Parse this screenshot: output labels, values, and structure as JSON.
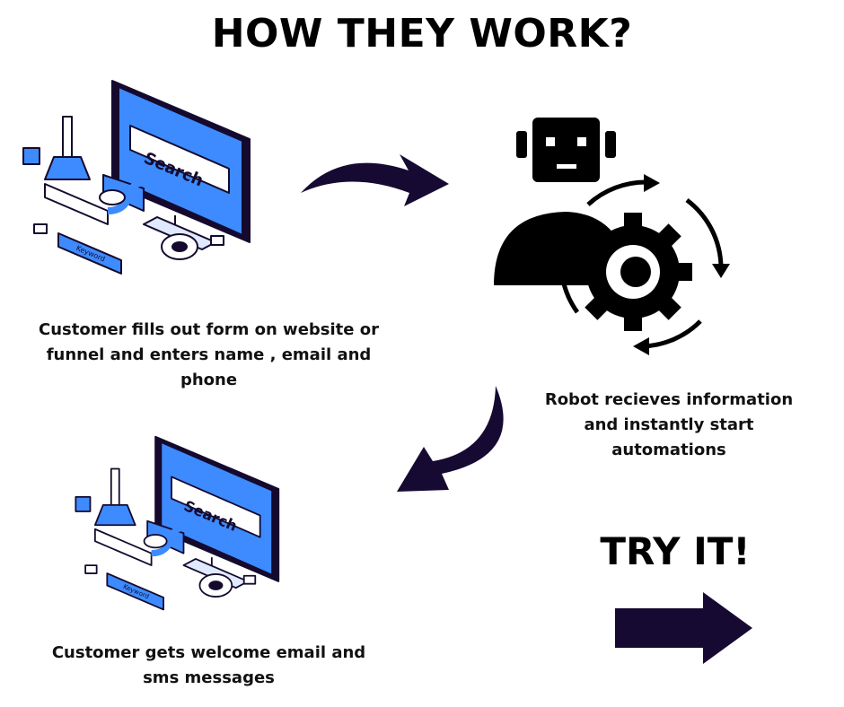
{
  "title": "HOW THEY WORK?",
  "steps": [
    {
      "caption": "Customer fills out form on website or funnel and enters name , email and phone",
      "search_label": "Search",
      "keyword_label": "Keyword"
    },
    {
      "caption": "Robot recieves information and instantly start automations"
    },
    {
      "caption": "Customer gets welcome email and sms messages",
      "search_label": "Search",
      "keyword_label": "Keyword"
    }
  ],
  "cta": {
    "label": "TRY IT!"
  },
  "colors": {
    "accent": "#3d8bff",
    "ink": "#150a2e",
    "flow_arrow": "#160a33"
  }
}
